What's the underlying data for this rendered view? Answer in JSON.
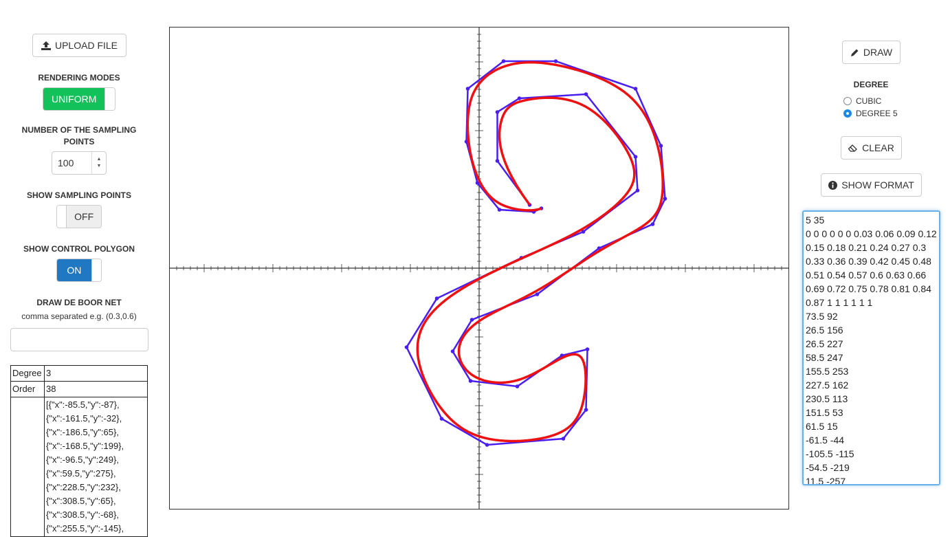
{
  "left_panel": {
    "upload_label": "UPLOAD FILE",
    "rendering_modes_label": "RENDERING MODES",
    "rendering_mode_value": "UNIFORM",
    "sampling_points_label": "NUMBER OF THE SAMPLING POINTS",
    "sampling_points_value": "100",
    "show_sampling_label": "SHOW SAMPLING POINTS",
    "show_sampling_value": "OFF",
    "show_control_label": "SHOW CONTROL POLYGON",
    "show_control_value": "ON",
    "de_boor_label": "DRAW DE BOOR NET",
    "de_boor_hint": "comma separated e.g. (0.3,0.6)",
    "de_boor_value": ""
  },
  "info_table": {
    "rows": [
      {
        "key": "Degree",
        "value": "3"
      },
      {
        "key": "Order",
        "value": "38"
      }
    ],
    "points_lines": [
      "[{\"x\":-85.5,\"y\":-87},",
      "{\"x\":-161.5,\"y\":-32},",
      "{\"x\":-186.5,\"y\":65},",
      "{\"x\":-168.5,\"y\":199},",
      "{\"x\":-96.5,\"y\":249},",
      "{\"x\":59.5,\"y\":275},",
      "{\"x\":228.5,\"y\":232},",
      "{\"x\":308.5,\"y\":65},",
      "{\"x\":308.5,\"y\":-68},",
      "{\"x\":255.5,\"y\":-145},"
    ]
  },
  "right_panel": {
    "draw_label": "DRAW",
    "degree_label": "DEGREE",
    "degree_options": [
      "CUBIC",
      "DEGREE 5"
    ],
    "degree_selected": "DEGREE 5",
    "clear_label": "CLEAR",
    "show_format_label": "SHOW FORMAT",
    "format_text": "5 35\n0 0 0 0 0 0 0.03 0.06 0.09 0.12 0.15 0.18 0.21 0.24 0.27 0.3 0.33 0.36 0.39 0.42 0.45 0.48 0.51 0.54 0.57 0.6 0.63 0.66 0.69 0.72 0.75 0.78 0.81 0.84 0.87 1 1 1 1 1 1\n73.5 92\n26.5 156\n26.5 227\n58.5 247\n155.5 253\n227.5 162\n230.5 113\n151.5 53\n61.5 15\n-61.5 -44\n-105.5 -115\n-54.5 -219\n11.5 -257"
  },
  "colors": {
    "control_polygon": "#4a1ef0",
    "curve": "#ee1111",
    "uniform_toggle": "#13c15a",
    "on_toggle": "#1f78c1",
    "axes": "#333333"
  },
  "curve": {
    "control_points": [
      [
        73.5,
        92
      ],
      [
        26.5,
        156
      ],
      [
        26.5,
        227
      ],
      [
        58.5,
        247
      ],
      [
        155.5,
        253
      ],
      [
        227.5,
        162
      ],
      [
        230.5,
        113
      ],
      [
        151.5,
        53
      ],
      [
        61.5,
        15
      ],
      [
        -61.5,
        -44
      ],
      [
        -105.5,
        -115
      ],
      [
        -54.5,
        -219
      ],
      [
        11.5,
        -257
      ],
      [
        122.5,
        -248
      ],
      [
        155.5,
        -206
      ],
      [
        157.5,
        -118
      ],
      [
        120.5,
        -127
      ],
      [
        55.5,
        -172
      ],
      [
        -12.5,
        -164
      ],
      [
        -38.5,
        -121
      ],
      [
        -10.5,
        -75
      ],
      [
        84.5,
        -38
      ],
      [
        174.5,
        29
      ],
      [
        252.5,
        64
      ],
      [
        270.5,
        101
      ],
      [
        264.5,
        178
      ],
      [
        227.5,
        261
      ],
      [
        111.5,
        301
      ],
      [
        35.5,
        301
      ],
      [
        -16.5,
        261
      ],
      [
        -18.5,
        184
      ],
      [
        -2.5,
        124
      ],
      [
        29.5,
        85
      ],
      [
        79.5,
        82
      ],
      [
        90.5,
        87
      ]
    ]
  }
}
